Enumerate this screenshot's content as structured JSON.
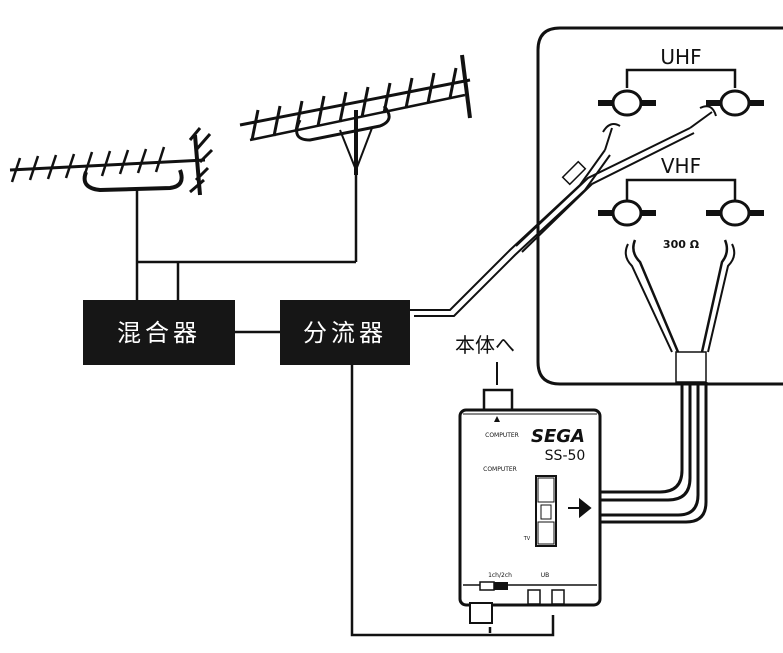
{
  "diagram": {
    "mixer_label": "混合器",
    "splitter_label": "分流器",
    "to_main_unit_label": "本体へ",
    "tv_panel": {
      "uhf_label": "UHF",
      "vhf_label": "VHF",
      "impedance_label": "300 Ω"
    },
    "rf_switch": {
      "brand": "SEGA",
      "model": "SS-50",
      "computer_top_label": "COMPUTER",
      "computer_label": "COMPUTER",
      "tv_label": "TV",
      "channel_label": "1ch/2ch",
      "bottom_label": "UB"
    }
  }
}
